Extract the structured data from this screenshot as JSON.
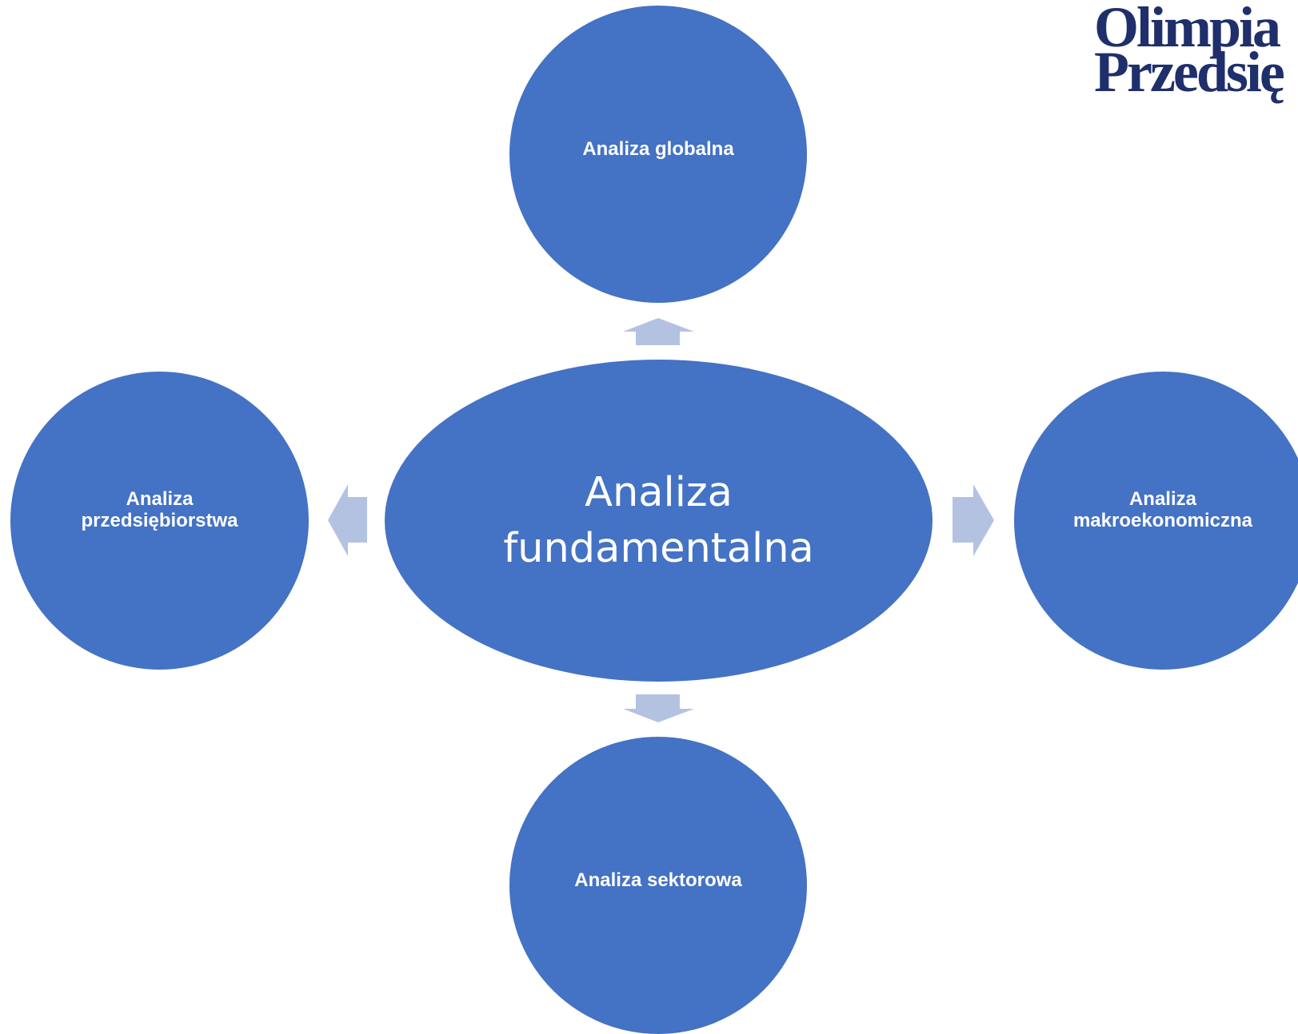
{
  "diagram": {
    "center": {
      "label": "Analiza\nfundamentalna"
    },
    "top": {
      "label": "Analiza globalna"
    },
    "right": {
      "label": "Analiza\nmakroekonomiczna"
    },
    "bottom": {
      "label": "Analiza sektorowa"
    },
    "left": {
      "label": "Analiza\nprzedsiębiorstwa"
    }
  },
  "logo": {
    "line1": "Olimpia",
    "line2": "Przedsię"
  },
  "colors": {
    "node": "#4472C4",
    "arrow": "#B4C2E2",
    "node_text": "#FFFFFF",
    "logo": "#1F2F6B"
  }
}
